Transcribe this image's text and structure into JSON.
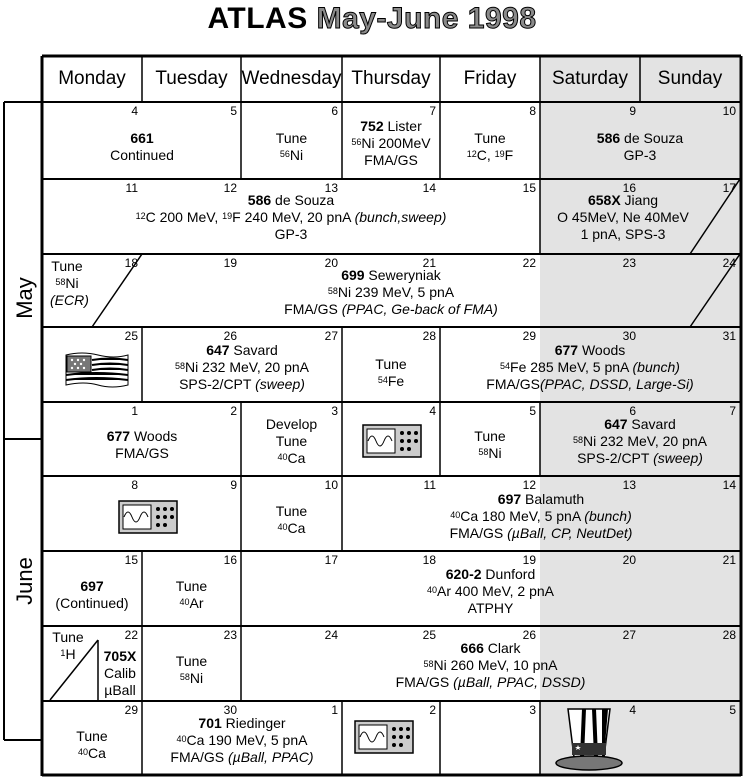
{
  "title": {
    "part1": "ATLAS",
    "part2": "May-June 1998"
  },
  "weekdays": [
    "Monday",
    "Tuesday",
    "Wednesday",
    "Thursday",
    "Friday",
    "Saturday",
    "Sunday"
  ],
  "months": {
    "may": "May",
    "june": "June"
  },
  "dates": [
    [
      "4",
      "5",
      "6",
      "7",
      "8",
      "9",
      "10"
    ],
    [
      "11",
      "12",
      "13",
      "14",
      "15",
      "16",
      "17"
    ],
    [
      "18",
      "19",
      "20",
      "21",
      "22",
      "23",
      "24"
    ],
    [
      "25",
      "26",
      "27",
      "28",
      "29",
      "30",
      "31"
    ],
    [
      "1",
      "2",
      "3",
      "4",
      "5",
      "6",
      "7"
    ],
    [
      "8",
      "9",
      "10",
      "11",
      "12",
      "13",
      "14"
    ],
    [
      "15",
      "16",
      "17",
      "18",
      "19",
      "20",
      "21"
    ],
    [
      "22",
      "23",
      "24",
      "25",
      "26",
      "27",
      "28"
    ],
    [
      "29",
      "30",
      "1",
      "2",
      "3",
      "4",
      "5"
    ]
  ],
  "events": {
    "e661": {
      "num": "661",
      "l2": "Continued"
    },
    "tune56ni": {
      "l1": "Tune",
      "sup": "56",
      "el": "Ni"
    },
    "e752": {
      "num": "752",
      "name": " Lister",
      "sup": "56",
      "l2": "Ni 200MeV",
      "l3": "FMA/GS"
    },
    "tune12c": {
      "l1": "Tune",
      "sup1": "12",
      "el1": "C, ",
      "sup2": "19",
      "el2": "F"
    },
    "e586a": {
      "num": "586",
      "name": " de Souza",
      "l2": "GP-3"
    },
    "e586b": {
      "num": "586",
      "name": " de Souza",
      "sup1": "12",
      "l2a": "C 200 MeV, ",
      "sup2": "19",
      "l2b": "F 240 MeV, 20 pnA ",
      "l2i": "(bunch,sweep)",
      "l3": "GP-3"
    },
    "e658": {
      "num": "658X",
      "name": " Jiang",
      "l2": "O 45MeV, Ne 40MeV",
      "l3": "1 pnA, SPS-3"
    },
    "tune58ecr": {
      "l1": "Tune",
      "sup": "58",
      "el": "Ni",
      "l3": "(ECR)"
    },
    "e699": {
      "num": "699",
      "name": " Seweryniak",
      "sup": "58",
      "l2": "Ni 239 MeV, 5 pnA",
      "l3": "FMA/GS ",
      "l3i": "(PPAC, Ge-back of FMA)"
    },
    "e647a": {
      "num": "647",
      "name": " Savard",
      "sup": "58",
      "l2": "Ni 232 MeV, 20 pnA",
      "l3": "SPS-2/CPT ",
      "l3i": "(sweep)"
    },
    "tune54fe": {
      "l1": "Tune",
      "sup": "54",
      "el": "Fe"
    },
    "e677a": {
      "num": "677",
      "name": " Woods",
      "sup": "54",
      "l2": "Fe 285 MeV, 5 pnA ",
      "l2i": "(bunch)",
      "l3": "FMA/GS",
      "l3i": "(PPAC, DSSD, Large-Si)"
    },
    "e677b": {
      "num": "677",
      "name": " Woods",
      "l2": "FMA/GS"
    },
    "develop": {
      "l1": "Develop",
      "l2": "Tune",
      "sup": "40",
      "el": "Ca"
    },
    "tune58ni": {
      "l1": "Tune",
      "sup": "58",
      "el": "Ni"
    },
    "e647b": {
      "num": "647",
      "name": " Savard",
      "sup": "58",
      "l2": "Ni 232 MeV, 20 pnA",
      "l3": "SPS-2/CPT ",
      "l3i": "(sweep)"
    },
    "tune40ca": {
      "l1": "Tune",
      "sup": "40",
      "el": "Ca"
    },
    "e697": {
      "num": "697",
      "name": " Balamuth",
      "sup": "40",
      "l2": "Ca 180 MeV, 5 pnA ",
      "l2i": "(bunch)",
      "l3": "FMA/GS ",
      "l3i": "(µBall, CP, NeutDet)"
    },
    "e697c": {
      "num": "697",
      "l2": "(Continued)"
    },
    "tune40ar": {
      "l1": "Tune",
      "sup": "40",
      "el": "Ar"
    },
    "e620": {
      "num": "620-2",
      "name": " Dunford",
      "sup": "40",
      "l2": "Ar 400 MeV, 2 pnA",
      "l3": "ATPHY"
    },
    "tune1h": {
      "l1": "Tune",
      "sup": "1",
      "el": "H"
    },
    "e705": {
      "num": "705X",
      "l2": "Calib",
      "l3": "µBall"
    },
    "e666": {
      "num": "666",
      "name": " Clark",
      "sup": "58",
      "l2": "Ni 260 MeV, 10 pnA",
      "l3": "FMA/GS ",
      "l3i": "(µBall, PPAC, DSSD)"
    },
    "e701": {
      "num": "701",
      "name": " Riedinger",
      "sup": "40",
      "l2": "Ca 190 MeV, 5 pnA",
      "l3": "FMA/GS ",
      "l3i": "(µBall, PPAC)"
    }
  },
  "icons": {
    "flag": "us-flag-icon",
    "scope": "oscilloscope-icon",
    "hat": "uncle-sam-hat-icon"
  },
  "colors": {
    "weekend": "#e3e3e3",
    "line": "#000000",
    "title_accent": "#8a8a8a"
  }
}
